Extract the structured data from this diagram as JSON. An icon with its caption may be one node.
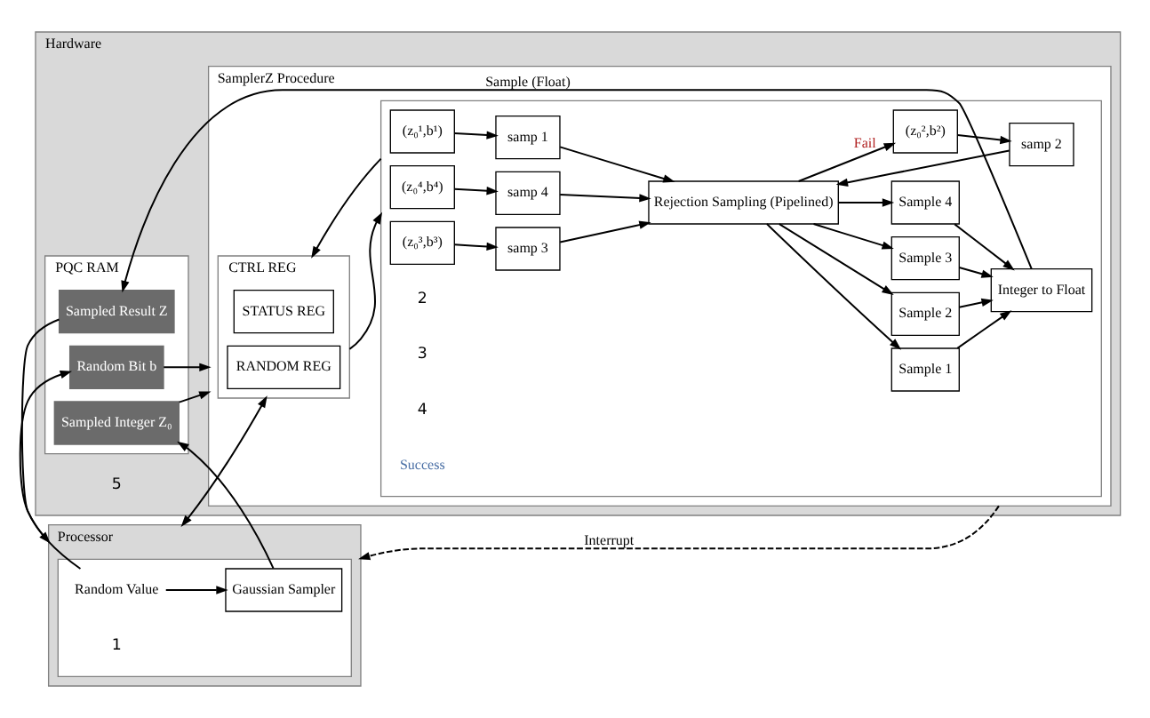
{
  "diagram": {
    "nodes": [
      {
        "text": [
          "Hardware"
        ]
      },
      {
        "text": [
          "Processor"
        ]
      },
      {
        "text": [],
        "shape": "box",
        "in": 1
      },
      {
        "text": [
          "Random Value"
        ],
        "in": 2
      },
      {
        "text": [
          "Gaussian Sampler"
        ],
        "in": 2
      },
      {
        "text": [
          "PQC RAM"
        ],
        "in": 0
      },
      {
        "text": [
          "Random Bit b"
        ],
        "in": 5
      },
      {
        "text": [
          "Sampled Integer Z₀"
        ],
        "in": 5
      },
      {
        "text": [
          "Sampled Result Z"
        ],
        "in": 5
      },
      {
        "text": [
          "SamplerZ Procedure"
        ],
        "in": 0
      },
      {
        "text": [
          "CTRL REG"
        ],
        "in": 9
      },
      {
        "text": [
          "RANDOM REG"
        ],
        "in": 10
      },
      {
        "text": [
          "STATUS REG"
        ],
        "in": 10
      },
      {
        "text": [],
        "shape": "box",
        "in": 9
      },
      {
        "text": [
          "(z₀¹,b¹)"
        ],
        "in": 13
      },
      {
        "text": [
          "(z₀²,b²)"
        ],
        "in": 13
      },
      {
        "text": [
          "(z₀³,b³)"
        ],
        "in": 13
      },
      {
        "text": [
          "(z₀⁴,b⁴)"
        ],
        "in": 13
      },
      {
        "text": [
          "samp 1"
        ],
        "in": 13
      },
      {
        "text": [
          "samp 2"
        ],
        "in": 13
      },
      {
        "text": [
          "samp 3"
        ],
        "in": 13
      },
      {
        "text": [
          "samp 4"
        ],
        "in": 13
      },
      {
        "text": [
          "Rejection Sampling (Pipelined)"
        ],
        "in": 13
      },
      {
        "text": [
          "Sample 1"
        ],
        "in": 13
      },
      {
        "text": [
          "Sample 2"
        ],
        "in": 13
      },
      {
        "text": [
          "Sample 3"
        ],
        "in": 13
      },
      {
        "text": [
          "Sample 4"
        ],
        "in": 13
      },
      {
        "text": [
          "Integer to Float"
        ],
        "in": 13
      }
    ],
    "edges": [
      {
        "from": 1,
        "to": 10,
        "arrow": "both"
      },
      {
        "from": 9,
        "to": 1,
        "arrow": "to",
        "label": "Interrupt",
        "style": "dashed"
      },
      {
        "from": 3,
        "to": 6,
        "arrow": "to"
      },
      {
        "from": 3,
        "to": 4,
        "arrow": "to"
      },
      {
        "from": 4,
        "to": 7,
        "arrow": "to"
      },
      {
        "from": 8,
        "to": 1,
        "arrow": "to"
      },
      {
        "from": 6,
        "to": 9,
        "arrow": "to"
      },
      {
        "from": 7,
        "to": 9,
        "arrow": "to"
      },
      {
        "from": 13,
        "to": 10,
        "arrow": "to"
      },
      {
        "from": 10,
        "to": 13,
        "arrow": "to"
      },
      {
        "from": 22,
        "to": 13,
        "arrow": "to",
        "label": "Fail"
      },
      {
        "from": 14,
        "to": 18,
        "arrow": "to"
      },
      {
        "from": 15,
        "to": 19,
        "arrow": "to"
      },
      {
        "from": 16,
        "to": 20,
        "arrow": "to"
      },
      {
        "from": 17,
        "to": 21,
        "arrow": "to"
      },
      {
        "from": 18,
        "to": 22,
        "arrow": "to"
      },
      {
        "from": 19,
        "to": 22,
        "arrow": "to"
      },
      {
        "from": 20,
        "to": 22,
        "arrow": "to"
      },
      {
        "from": 21,
        "to": 22,
        "arrow": "to"
      },
      {
        "from": 22,
        "to": 23,
        "arrow": "to"
      },
      {
        "from": 22,
        "to": 24,
        "arrow": "to"
      },
      {
        "from": 22,
        "to": 25,
        "arrow": "to"
      },
      {
        "from": 22,
        "to": 26,
        "arrow": "to"
      },
      {
        "from": 23,
        "to": 27,
        "arrow": "to"
      },
      {
        "from": 24,
        "to": 27,
        "arrow": "to"
      },
      {
        "from": 25,
        "to": 27,
        "arrow": "to"
      },
      {
        "from": 26,
        "to": 27,
        "arrow": "to"
      },
      {
        "from": 27,
        "to": 8,
        "arrow": "to",
        "label": "Sample (Float)"
      }
    ],
    "labels": [
      "1",
      "2",
      "3",
      "4",
      "5",
      "Success"
    ]
  }
}
